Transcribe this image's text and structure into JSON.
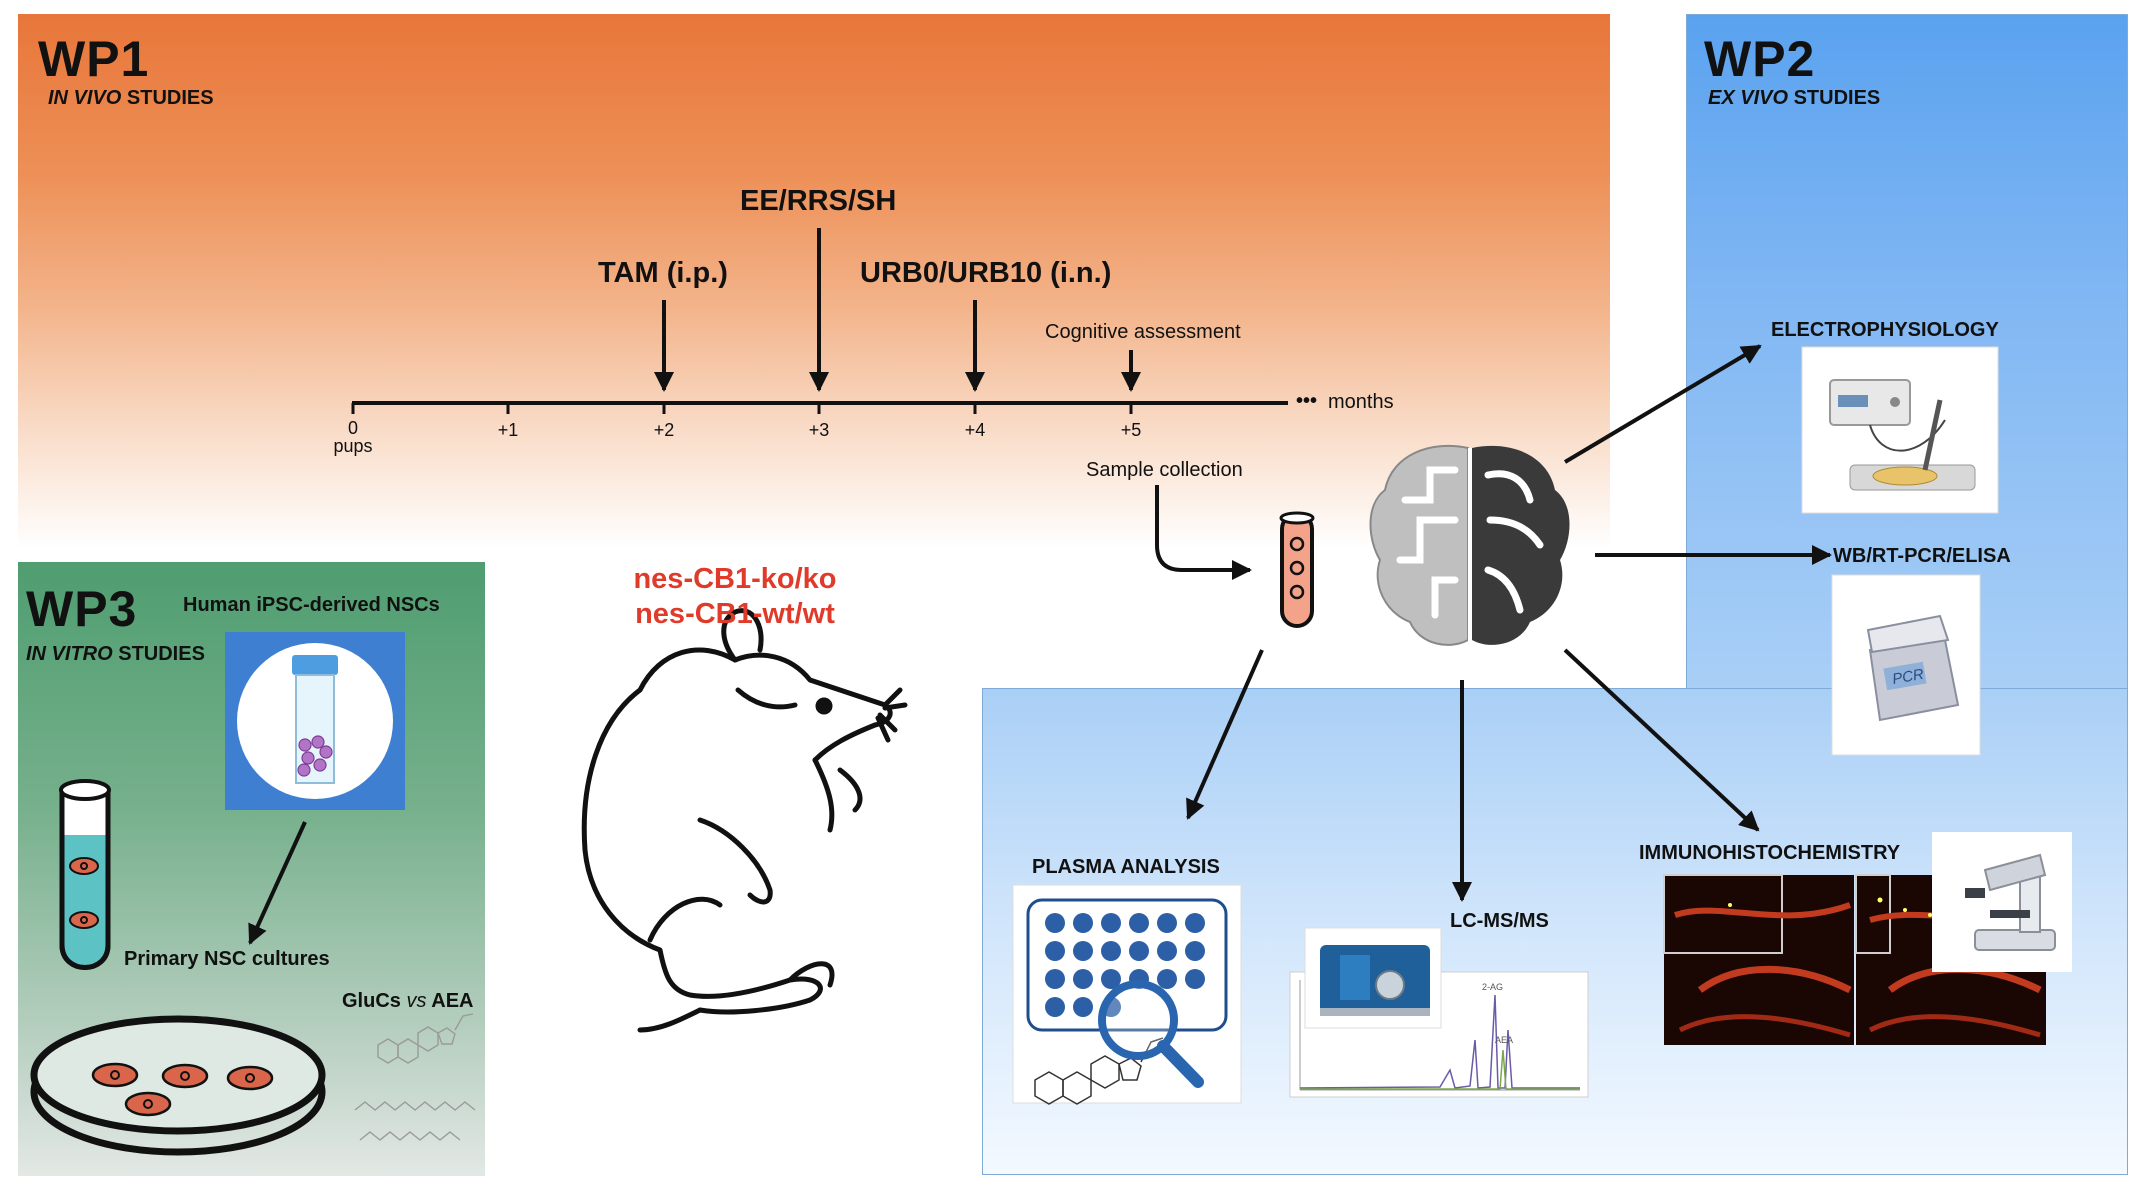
{
  "wp1": {
    "title": "WP1",
    "subtitle_italic": "IN VIVO",
    "subtitle_rest": " STUDIES"
  },
  "wp2": {
    "title": "WP2",
    "subtitle_italic": "EX VIVO",
    "subtitle_rest": " STUDIES"
  },
  "wp3": {
    "title": "WP3",
    "subtitle_italic": "IN VITRO",
    "subtitle_rest": " STUDIES"
  },
  "timeline": {
    "treatments": {
      "tam": "TAM (i.p.)",
      "ee": "EE/RRS/SH",
      "urb": "URB0/URB10 (i.n.)",
      "cog": "Cognitive assessment"
    },
    "ticks": [
      "0",
      "+1",
      "+2",
      "+3",
      "+4",
      "+5"
    ],
    "pups": "pups",
    "dots": "•••",
    "months": "months",
    "sample": "Sample collection"
  },
  "mouse": {
    "line1": "nes-CB1-ko/ko",
    "line2": "nes-CB1-wt/wt"
  },
  "wp2_methods": {
    "electro": "ELECTROPHYSIOLOGY",
    "wb": "WB/RT-PCR/ELISA",
    "pcr": "PCR",
    "immuno": "IMMUNOHISTOCHEMISTRY",
    "plasma": "PLASMA ANALYSIS",
    "lcms": "LC-MS/MS",
    "peak_2ag": "2-AG",
    "peak_aea": "AEA"
  },
  "wp3_items": {
    "ipsc": "Human iPSC-derived NSCs",
    "primary": "Primary NSC cultures",
    "glucs": "GluCs ",
    "vs": "vs",
    "aea": " AEA"
  },
  "colors": {
    "wp1_orange": "#e8763a",
    "wp2_blue": "#5aa2ef",
    "wp3_green": "#4f9d70",
    "mouse_label_red": "#e03a2b",
    "tube_fill": "#f3a38a"
  }
}
